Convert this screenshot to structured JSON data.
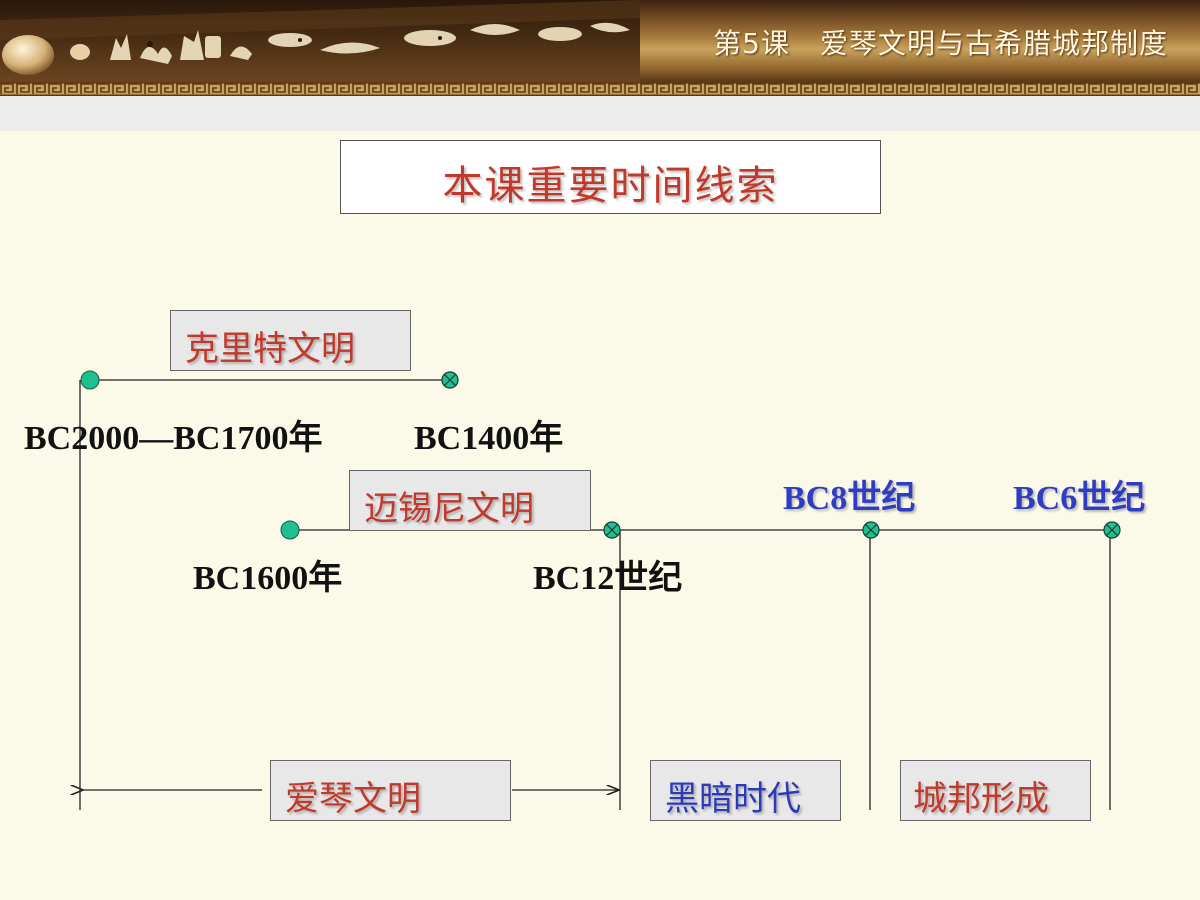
{
  "header": {
    "lesson": "第5课",
    "title": "爱琴文明与古希腊城邦制度"
  },
  "slide": {
    "title": "本课重要时间线索"
  },
  "periods": {
    "crete": "克里特文明",
    "mycenae": "迈锡尼文明",
    "aegean": "爱琴文明",
    "dark_age": "黑暗时代",
    "city_state": "城邦形成"
  },
  "dates": {
    "crete_start": "BC2000—BC1700年",
    "crete_end": "BC1400年",
    "mycenae_start": "BC1600年",
    "mycenae_end": "BC12世纪",
    "bc8": "BC8世纪",
    "bc6": "BC6世纪"
  },
  "colors": {
    "red_text": "#c0392b",
    "blue_text": "#2b3bb8",
    "node_fill": "#1fbf8f",
    "background": "#fbf9e8"
  },
  "icons": {
    "start_node": "filled-circle",
    "end_node": "crossed-circle"
  }
}
